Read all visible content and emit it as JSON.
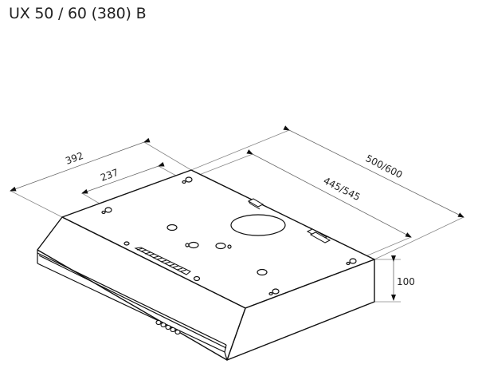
{
  "title": "UX 50 / 60 (380) B",
  "dimensions": {
    "depth_outer": "392",
    "depth_inner": "237",
    "width_outer": "500/600",
    "width_inner": "445/545",
    "height": "100"
  },
  "colors": {
    "line": "#111111",
    "dimension_line": "#777777",
    "text": "#222222"
  }
}
